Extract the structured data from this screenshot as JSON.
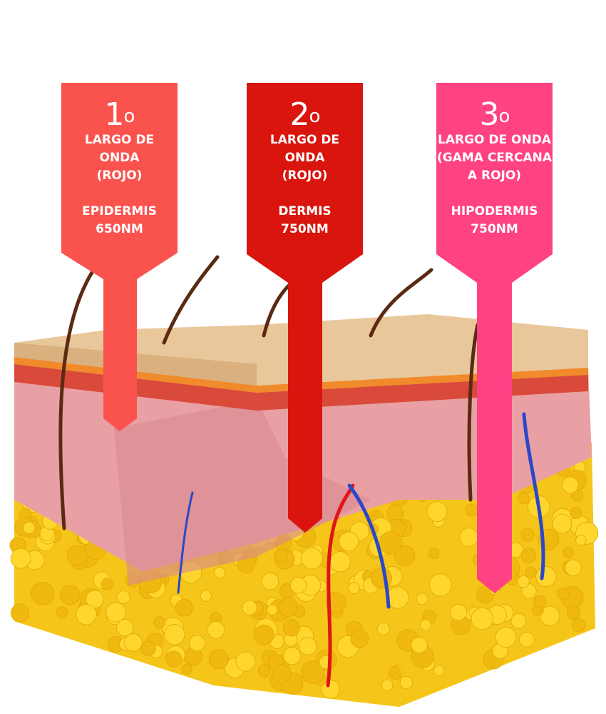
{
  "colors": {
    "marker1": "#fa534e",
    "marker2": "#d9150d",
    "marker3": "#ff4283",
    "fat": "#f5c519",
    "dermis": "#e9a0a4",
    "epidermis": "#e8c79b"
  },
  "markers": [
    {
      "number": "1",
      "ordinal": "o",
      "lines": [
        "LARGO DE",
        "ONDA",
        "(ROJO)"
      ],
      "layer": "EPIDERMIS",
      "wavelength": "650NM"
    },
    {
      "number": "2",
      "ordinal": "o",
      "lines": [
        "LARGO DE",
        "ONDA",
        "(ROJO)"
      ],
      "layer": "DERMIS",
      "wavelength": "750NM"
    },
    {
      "number": "3",
      "ordinal": "o",
      "lines": [
        "LARGO DE ONDA",
        "(GAMA CERCANA",
        "A ROJO)"
      ],
      "layer": "HIPODERMIS",
      "wavelength": "750NM"
    }
  ]
}
